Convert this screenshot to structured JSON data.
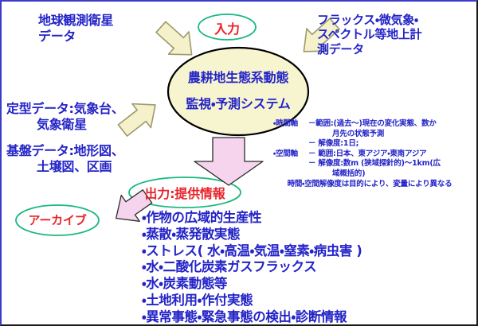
{
  "inputs": {
    "satellite_data": "地球観測衛星\nデータ",
    "standard_data_line1": "定型データ:気象台、",
    "standard_data_line2": "気象衛星",
    "base_data_line1": "基盤データ:地形図、",
    "base_data_line2": "土壌図、区画",
    "flux_data": "フラックス・微気象・\nスペクトル等地上計\n測データ"
  },
  "system": {
    "line1": "農耕地生態系動態",
    "line2": "監視・予測システム"
  },
  "badges": {
    "input": "入力",
    "output": "出力:提供情報",
    "archive": "アーカイブ"
  },
  "spec": {
    "time_axis_key": "・時間軸",
    "time_range_label": "－範囲:(過去～)現在の変化実態、数か",
    "time_range_cont": "月先の状態予測",
    "time_resolution": "－ 解像度:1日;",
    "space_axis_key": "・空間軸",
    "space_range_label": "－ 範囲:日本、東アジア・東南アジア",
    "space_resolution": "－ 解像度:数m (狭域探針的)～1km(広",
    "space_resolution_cont": "域概括的)",
    "note": "時間・空間解像度は目的により、変量により異なる"
  },
  "outputs": [
    "・作物の広域的生産性",
    "・蒸散・蒸発散実態",
    "・ストレス( 水・高温・気温・窒素・病虫害 )",
    "・水・二酸化炭素ガスフラックス",
    "・水・炭素動態等",
    "・土地利用・作付実態",
    "・異常事態・緊急事態の検出・診断情報"
  ],
  "colors": {
    "text_blue": "#2323c8",
    "text_red": "#e8242b",
    "ellipse_fill": "#f7f5cf",
    "ellipse_stroke": "#000000",
    "badge_stroke": "#17b87d",
    "arrow_fill": "#f4f1cb",
    "arrow_stroke": "#9d9a6b",
    "pink_arrow_fill": "#f6d4ee",
    "pink_arrow_stroke": "#2b2b2b",
    "frame_blue": "#3b3bc8",
    "background": "#ffffff"
  }
}
